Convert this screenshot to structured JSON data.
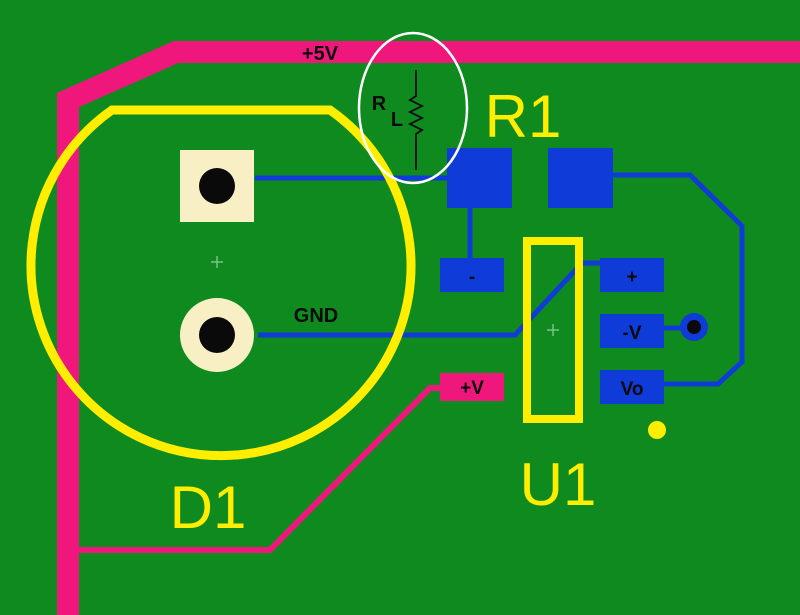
{
  "colors": {
    "board": "#0e8a1e",
    "top_copper": "#0f3cd8",
    "bottom_copper": "#f0177c",
    "silkscreen": "#ffee00",
    "pad_finish": "#f8f0c4",
    "hole": "#0a0a0a",
    "annotation": "#ffffff"
  },
  "nets": {
    "plus5v": "+5V",
    "gnd": "GND"
  },
  "designators": {
    "d1": "D1",
    "r1": "R1",
    "u1": "U1"
  },
  "u1_pads": {
    "plus": "+",
    "minus_v": "-V",
    "vo": "Vo"
  },
  "r1_pads": {
    "minus": "-"
  },
  "bottom_pads": {
    "plus_v": "+V"
  },
  "annotation": {
    "resistor_r": "R",
    "resistor_sub": "L"
  }
}
